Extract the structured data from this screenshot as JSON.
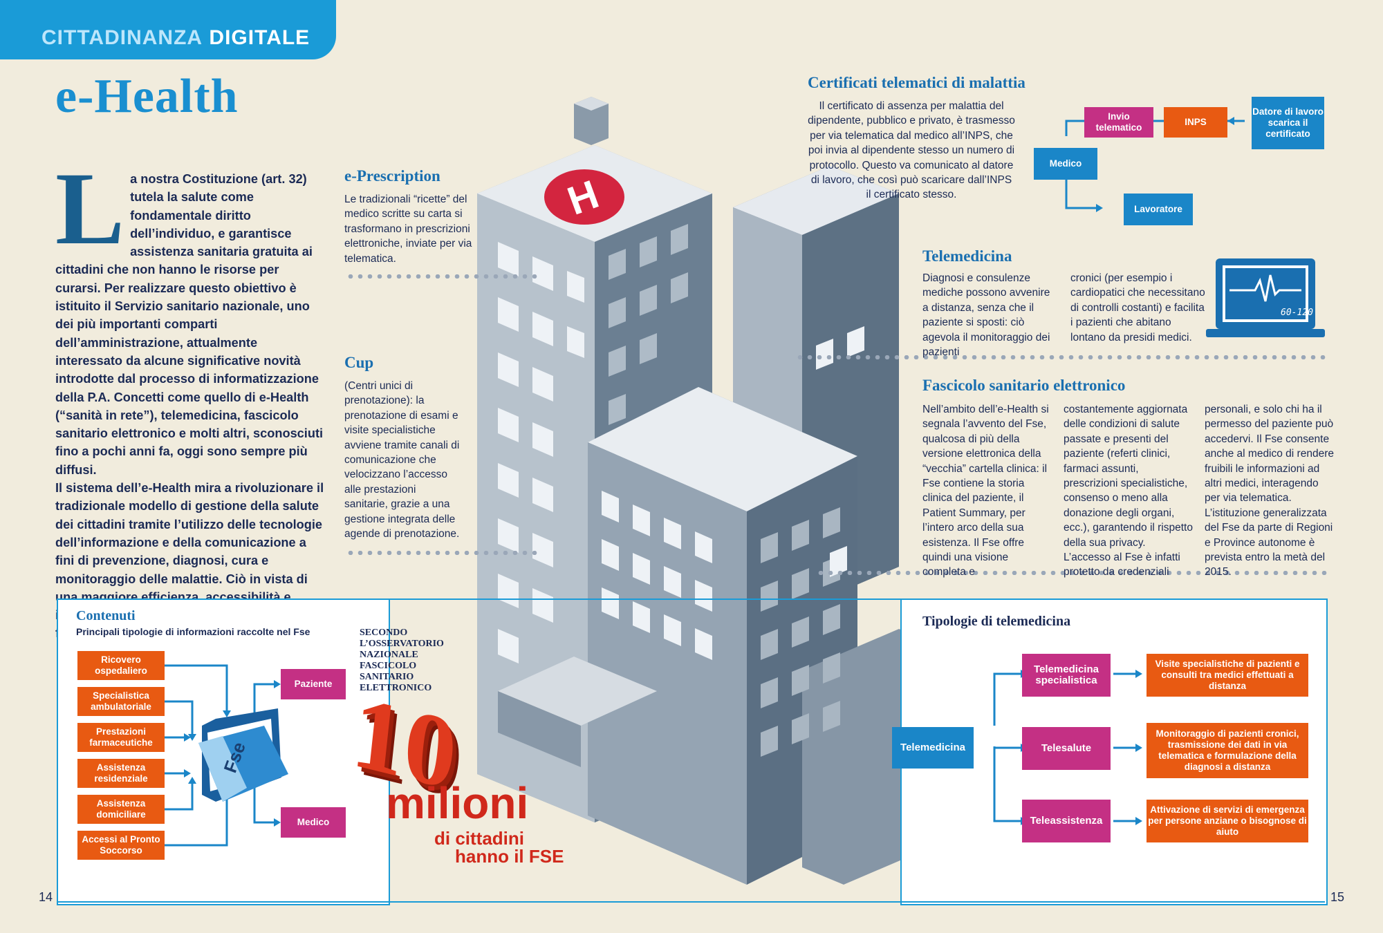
{
  "header": {
    "section_light": "CITTADINANZA",
    "section_bold": "DIGITALE"
  },
  "title": "e-Health",
  "intro": {
    "dropcap": "L",
    "text": "a nostra Costituzione  (art. 32) tutela la salute come fondamentale diritto dell’individuo, e garantisce assistenza sanitaria gratuita ai cittadini che non hanno le risorse per curarsi. Per realizzare questo obiettivo è istituito il Servizio sanitario nazionale, uno dei più importanti comparti dell’amministrazione, attualmente interessato da alcune significative novità introdotte dal processo di informatizzazione della P.A. Concetti come quello di e-Health (“sanità in rete”), telemedicina, fascicolo sanitario elettronico e molti altri, sconosciuti fino a pochi anni fa, oggi sono sempre più diffusi.",
    "text2": "Il sistema dell’e-Health mira a rivoluzionare il tradizionale modello di gestione della salute dei cittadini tramite l’utilizzo delle tecnologie dell’informazione e della comunicazione a fini di prevenzione, diagnosi, cura e monitoraggio delle malattie. Ciò in vista di una maggiore efficienza, accessibilità e interazione paziente-medico (e fra medici), a fronte di minori costi di gestione."
  },
  "eprescription": {
    "title": "e-Prescription",
    "text": "Le tradizionali “ricette” del medico scritte su carta si trasformano in prescrizioni elettroniche, inviate per via telematica."
  },
  "cup": {
    "title": "Cup",
    "text": "(Centri unici di prenotazione): la prenotazione di esami e visite specialistiche avviene tramite canali di comunicazione che velocizzano l’accesso alle prestazioni sanitarie, grazie a una gestione integrata delle agende di prenotazione."
  },
  "certificati": {
    "title": "Certificati telematici di malattia",
    "text": "Il certificato di assenza per malattia del dipendente, pubblico e privato, è trasmesso per via telematica dal medico all’INPS, che poi invia al dipendente stesso un numero di protocollo. Questo va comunicato al datore di lavoro, che così può scaricare dall’INPS il certificato stesso.",
    "flow": {
      "invio": "Invio telematico",
      "inps": "INPS",
      "datore": "Datore di lavoro scarica il certificato",
      "medico": "Medico",
      "lavoratore": "Lavoratore"
    }
  },
  "telemedicina": {
    "title": "Telemedicina",
    "col1": "Diagnosi e consulenze mediche possono avvenire a distanza, senza che il paziente si sposti: ciò agevola il monitoraggio dei pazienti",
    "col2": "cronici (per esempio i cardiopatici che necessitano di controlli costanti) e facilita i pazienti che abitano lontano da presidi medici.",
    "monitor_readout": "60-120"
  },
  "fascicolo": {
    "title": "Fascicolo sanitario elettronico",
    "col1": "Nell’ambito dell’e-Health si segnala l’avvento del Fse, qualcosa di più della versione elettronica della “vecchia” cartella clinica: il Fse contiene la storia clinica del paziente, il Patient Summary, per l’intero arco della sua esistenza. Il Fse offre quindi una visione completa e",
    "col2": "costantemente aggiornata delle condizioni di salute passate e presenti del paziente (referti clinici, farmaci assunti, prescrizioni specialistiche, consenso o meno alla donazione degli organi, ecc.), garantendo il rispetto della sua privacy. L’accesso al Fse è infatti protetto da credenziali",
    "col3": "personali, e solo chi ha il permesso del paziente può accedervi. Il Fse consente anche al medico di rendere fruibili le informazioni ad altri medici, interagendo per via telematica. L’istituzione generalizzata del Fse da parte di Regioni e Province autonome è prevista entro la metà del 2015."
  },
  "contenuti": {
    "title": "Contenuti",
    "subtitle": "Principali tipologie di informazioni raccolte nel Fse",
    "items": [
      "Ricovero ospedaliero",
      "Specialistica ambulatoriale",
      "Prestazioni farmaceutiche",
      "Assistenza residenziale",
      "Assistenza domiciliare",
      "Accessi al Pronto Soccorso"
    ],
    "folder_label": "Fse",
    "paziente": "Paziente",
    "medico": "Medico"
  },
  "stat": {
    "source": "SECONDO L’OSSERVATORIO NAZIONALE FASCICOLO SANITARIO ELETTRONICO",
    "number": "10",
    "unit": "milioni",
    "line1": "di cittadini",
    "line2": "hanno il FSE"
  },
  "tipologie": {
    "title": "Tipologie di telemedicina",
    "root": "Telemedicina",
    "types": [
      {
        "name": "Telemedicina specialistica",
        "desc": "Visite specialistiche di pazienti e consulti tra medici effettuati a distanza"
      },
      {
        "name": "Telesalute",
        "desc": "Monitoraggio di pazienti cronici, trasmissione dei dati in via telematica e formulazione della diagnosi a distanza"
      },
      {
        "name": "Teleassistenza",
        "desc": "Attivazione di servizi di emergenza per persone anziane o bisognose di aiuto"
      }
    ]
  },
  "pages": {
    "left": "14",
    "right": "15"
  },
  "colors": {
    "accent": "#1a9bd7",
    "orange": "#e85a12",
    "magenta": "#c43084",
    "red_stat": "#e03a1e"
  }
}
